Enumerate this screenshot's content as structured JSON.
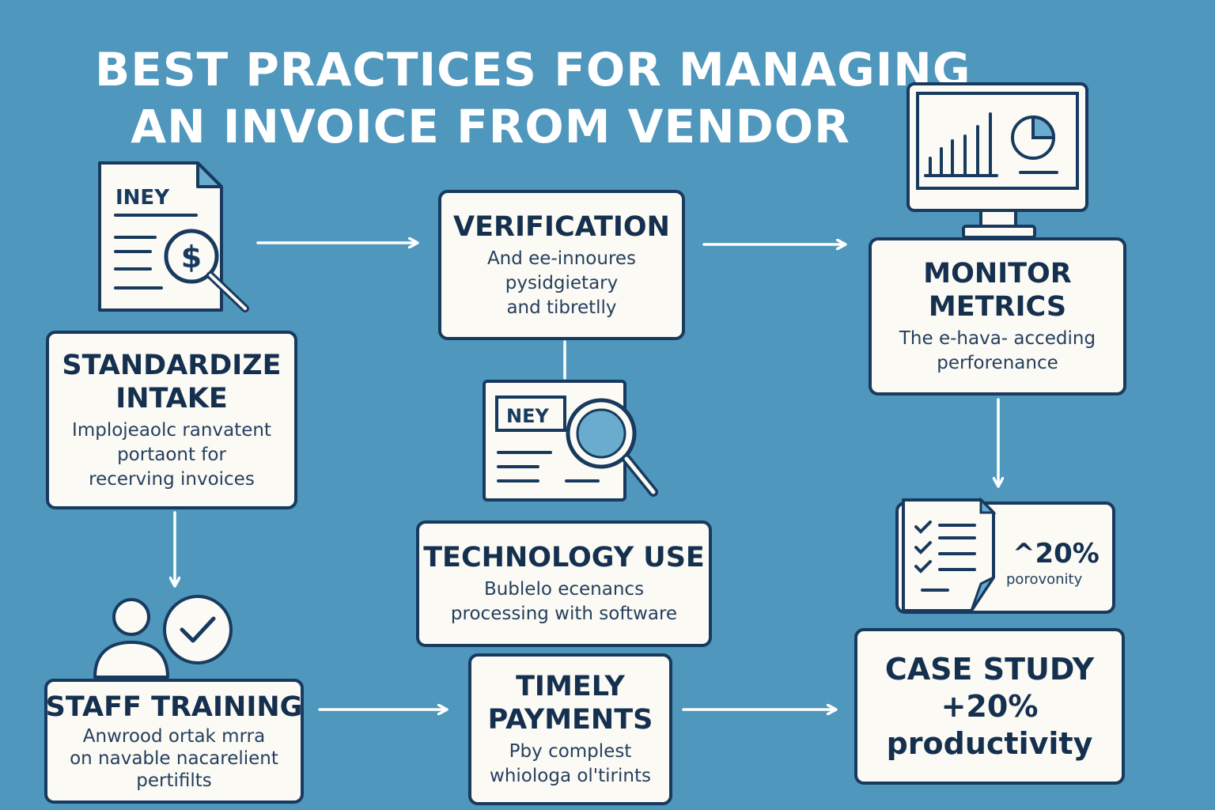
{
  "title": {
    "line1": "BEST PRACTICES FOR MANAGING",
    "line2": "AN INVOICE FROM VENDOR"
  },
  "steps": {
    "standardize": {
      "heading1": "STANDARDIZE",
      "heading2": "INTAKE",
      "desc1": "Imploјeaolc ranvatent",
      "desc2": "portaont for",
      "desc3": "recerving invoices"
    },
    "verification": {
      "heading1": "VERIFICATION",
      "desc1": "And ee-innoures",
      "desc2": "pysidgietary",
      "desc3": "and tibretlly"
    },
    "monitor": {
      "heading1": "MONITOR",
      "heading2": "METRICS",
      "desc1": "The e-hava- acceding",
      "desc2": "perforenance"
    },
    "technology": {
      "heading1": "TECHNOLOGY USE",
      "desc1": "Bublelo ecenancs",
      "desc2": "processing with software"
    },
    "staff": {
      "heading1": "STAFF TRAINING",
      "desc1": "Anwrood ortak mrra",
      "desc2": "on navable nacarelient",
      "desc3": "pertifilts"
    },
    "timely": {
      "heading1": "TIMELY",
      "heading2": "PAYMENTS",
      "desc1": "Pby complest",
      "desc2": "whiologa ol'tirints"
    },
    "case": {
      "heading1": "CASE STUDY",
      "heading2": "+20%",
      "heading3": "productivity"
    }
  },
  "icons": {
    "invoice_doc": {
      "label": "INEY"
    },
    "review_doc": {
      "label": "NEY"
    },
    "stat_card": {
      "value": "^20%",
      "label": "porovonity"
    }
  },
  "colors": {
    "background": "#4f97bd",
    "navy": "#183a5e",
    "card": "#fbfaf4",
    "accent": "#6aaccd",
    "arrow": "#ffffff"
  }
}
